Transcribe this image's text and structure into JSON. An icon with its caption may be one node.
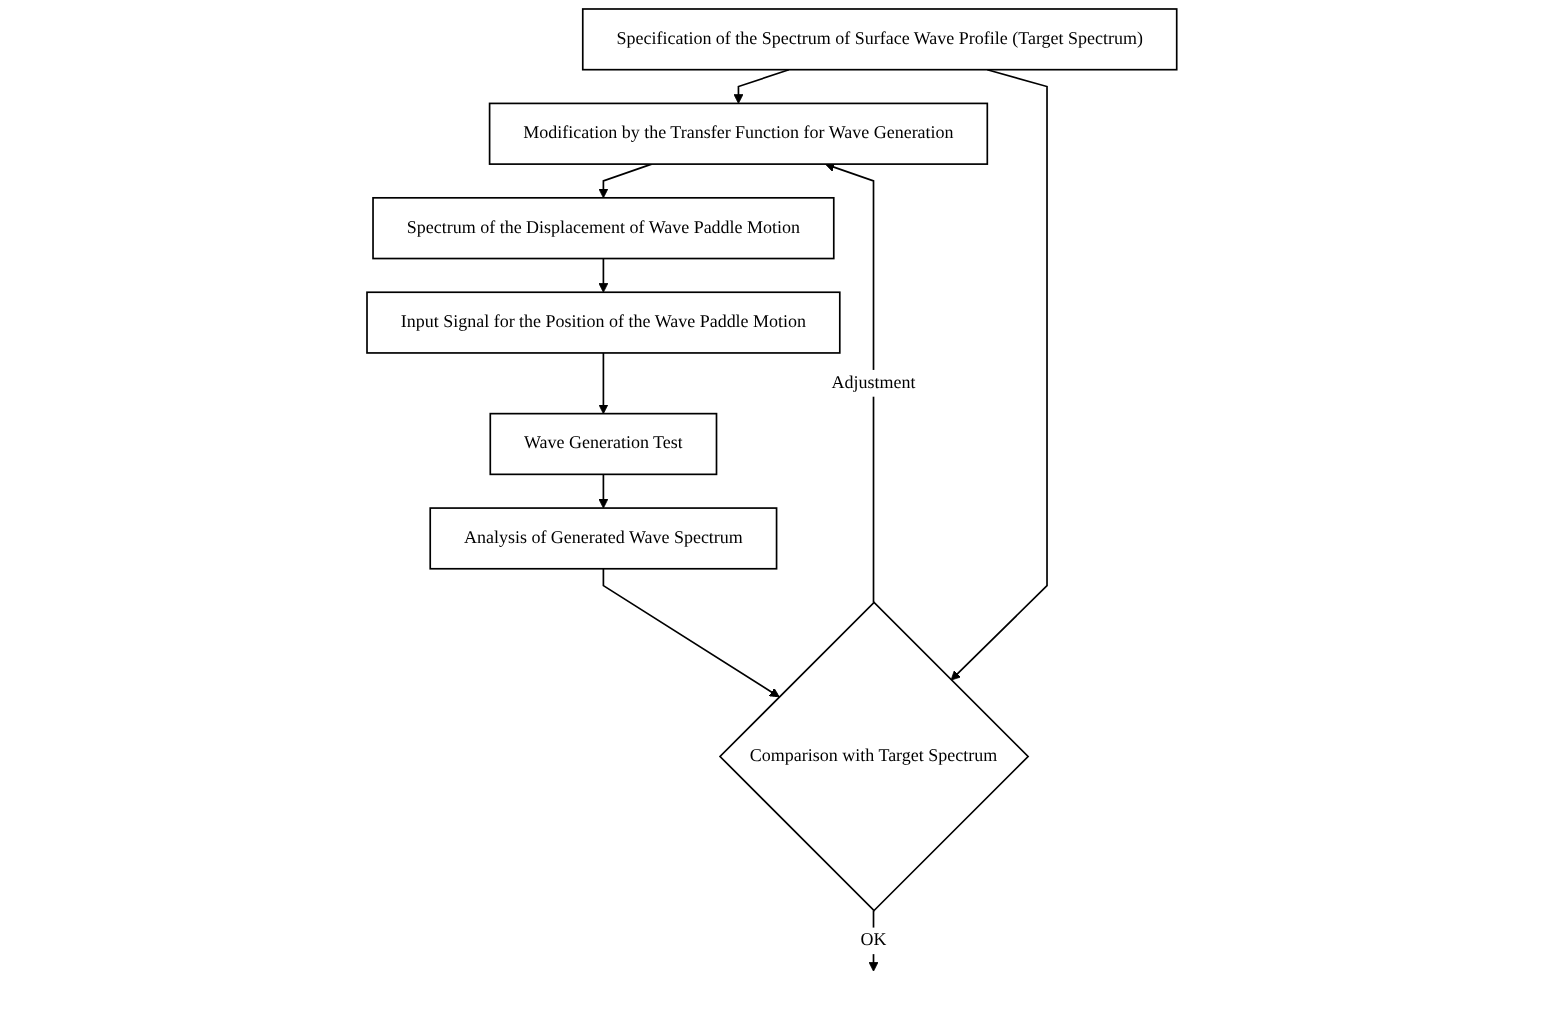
{
  "diagram": {
    "nodes": [
      {
        "text": [
          "Specification of the Spectrum of Surface Wave Profile (Target Spectrum)"
        ]
      },
      {
        "text": [
          "Modification by the Transfer Function for Wave Generation"
        ]
      },
      {
        "text": [
          "Spectrum of the Displacement of Wave Paddle Motion"
        ]
      },
      {
        "text": [
          "Input Signal for the Position of the Wave Paddle Motion"
        ]
      },
      {
        "text": [
          "Wave Generation Test"
        ]
      },
      {
        "text": [
          "Analysis of Generated Wave Spectrum"
        ]
      },
      {
        "text": [
          "Comparison with Target Spectrum"
        ]
      }
    ],
    "edges": [
      {
        "from": 0,
        "to": 1,
        "arrow": "to"
      },
      {
        "from": 1,
        "to": 2,
        "arrow": "to"
      },
      {
        "from": 2,
        "to": 3,
        "arrow": "to"
      },
      {
        "from": 3,
        "to": 4,
        "arrow": "to"
      },
      {
        "from": 4,
        "to": 5,
        "arrow": "to"
      },
      {
        "from": 5,
        "to": 6,
        "arrow": "to"
      },
      {
        "from": 6,
        "to": 1,
        "arrow": "to",
        "label": "Adjustment"
      },
      {
        "from": 0,
        "to": 6,
        "arrow": "to"
      },
      {
        "from": 6,
        "to": null,
        "arrow": "to",
        "label": "OK"
      }
    ]
  }
}
